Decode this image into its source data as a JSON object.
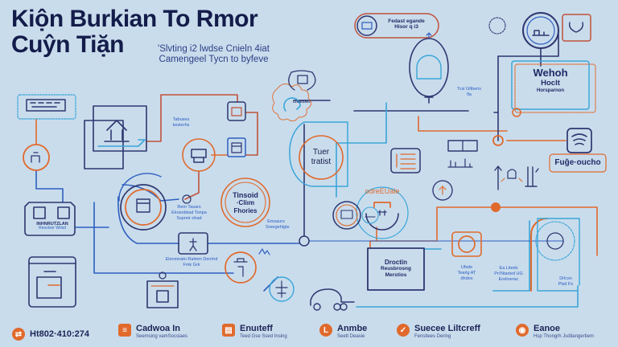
{
  "header": {
    "title_line1": "Kiộn Burkian To Rmor",
    "title_line2": "Cuŷn Tiặn",
    "subtitle_line1": "'Slvting i2 lwdse Cnieln 4iat",
    "subtitle_line2": "Camengeel Tycn to byfeve"
  },
  "colors": {
    "background": "#c9dcec",
    "navy": "#2e3670",
    "orange": "#e06a2c",
    "cyan": "#3aa6d8",
    "blue": "#2e5fc0"
  },
  "nodes": {
    "top_pill": {
      "line1": "Fedast egande",
      "line2": "Hisor q i3"
    },
    "webhook_box": {
      "line1": "Wehoh",
      "line2": "Hoclt",
      "line3": "Horsparnon"
    },
    "center_circle": {
      "line1": "Tuer",
      "line2": "tratist"
    },
    "timed_circle": {
      "line1": "Tinsoid",
      "line2": "·Cliım",
      "line3": "Fhories"
    },
    "fuge_box": {
      "label": "Fuğe·oucho"
    },
    "arc_label": {
      "label": "odreEUale"
    },
    "decision_box": {
      "line1": "Droctin",
      "line2": "Reusbrosng",
      "line3": "Merstios"
    },
    "building_caption": {
      "line1": "INHNRUTZLAN",
      "line2": "Resolver Wrlsd"
    },
    "cog_caption": "Cnrorzsh7"
  },
  "tiny_notes": [
    "Tabuses kesterhs",
    "Rem Tasars Ekosobkad Tonpa Sspreir ohad",
    "Emsaurs Sreegehlgte",
    "Elenmnatn Ralmm Denrhd Fmk Grk",
    "Tcsl Gfiberis fla",
    "Ufsde Tearlg AT dhdos",
    "Ea Liteds Pn'Ntarted UG Ereiloerac",
    "Drlcsn Plsd Fe"
  ],
  "footer": [
    {
      "icon": "handshake-icon",
      "glyph": "⇄",
      "title": "Ht802·410:274",
      "subtitle": ""
    },
    {
      "icon": "ticket-icon",
      "glyph": "≡",
      "title": "Cadwoa In",
      "subtitle": "Seemsing vamSocsiaes"
    },
    {
      "icon": "cash-register-icon",
      "glyph": "▤",
      "title": "Enuıteff",
      "subtitle": "Teed Gse Ssed Insing"
    },
    {
      "icon": "letter-l-icon",
      "glyph": "L",
      "title": "Anmbe",
      "subtitle": "Seett Deasie"
    },
    {
      "icon": "shield-check-icon",
      "glyph": "✓",
      "title": "Suecee Liltcreff",
      "subtitle": "Fensitees Dering"
    },
    {
      "icon": "lightbulb-icon",
      "glyph": "◉",
      "title": "Eanoe",
      "subtitle": "Hsp Thongrh Jsdilangertiem"
    }
  ]
}
